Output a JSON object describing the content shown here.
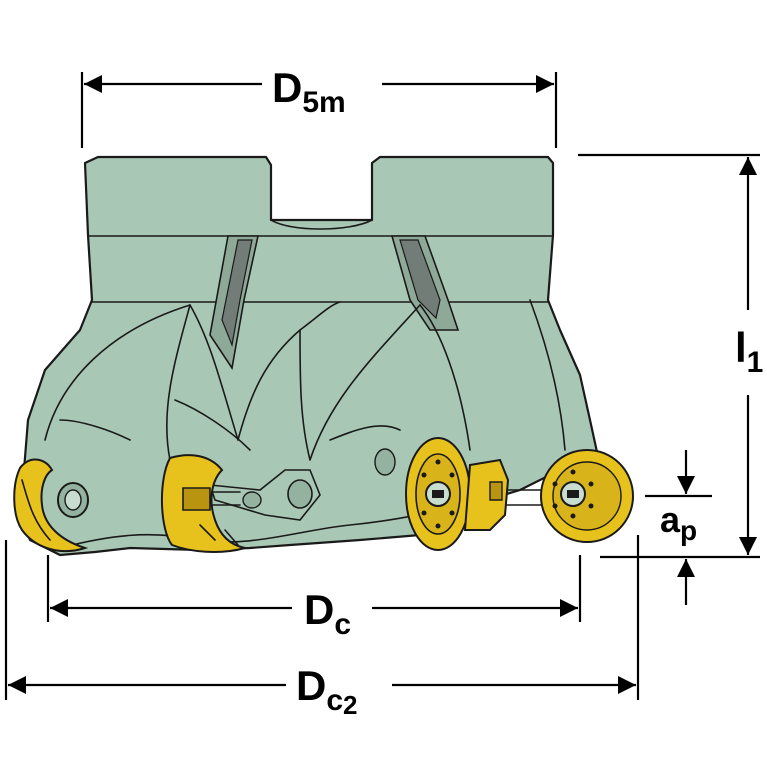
{
  "dimensions": {
    "d5m": {
      "main": "D",
      "sub": "5m"
    },
    "l1": {
      "main": "l",
      "sub": "1"
    },
    "ap": {
      "main": "a",
      "sub": "p"
    },
    "dc": {
      "main": "D",
      "sub": "c"
    },
    "dc2": {
      "main": "D",
      "sub": "c",
      "sub2": "2"
    }
  },
  "colors": {
    "body": "#a9c7b5",
    "body_dark": "#93b3a0",
    "insert": "#e8c21c",
    "insert_dark": "#b89410",
    "slot": "#6f7f76",
    "line": "#1a1a1a"
  },
  "icons": [
    "arrow-head-icon",
    "insert-screw-icon"
  ]
}
